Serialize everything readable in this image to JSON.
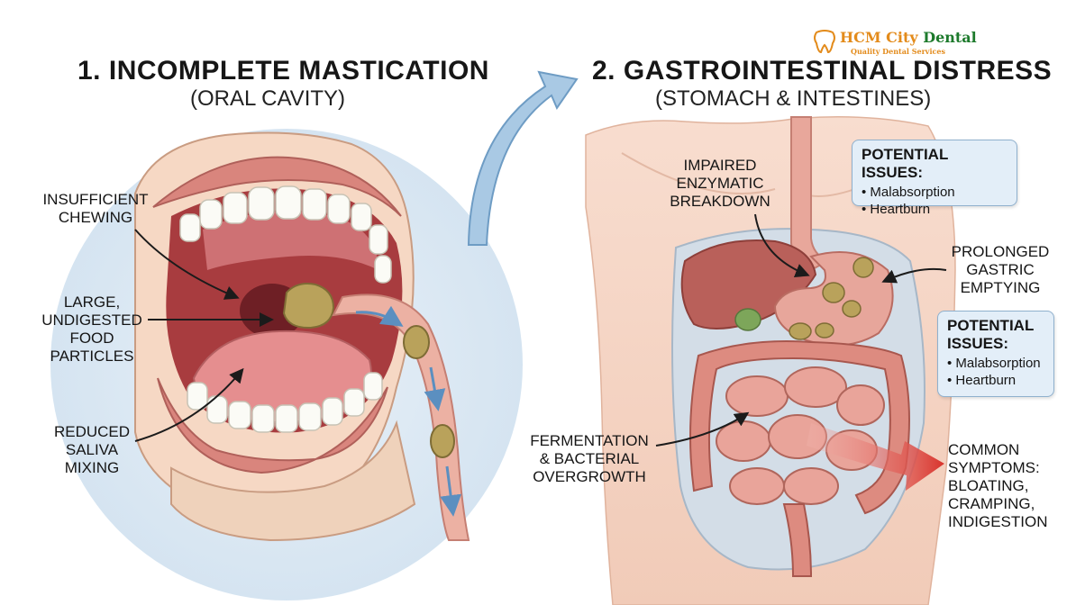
{
  "logo": {
    "name_part1": "HCM City",
    "name_part2": "Dental",
    "tagline": "Quality Dental Services",
    "icon": "tooth-logo-icon"
  },
  "left_panel": {
    "title": "1. INCOMPLETE MASTICATION",
    "subtitle": "(ORAL CAVITY)",
    "labels": {
      "chewing": [
        "INSUFFICIENT",
        "CHEWING"
      ],
      "particles": [
        "LARGE,",
        "UNDIGESTED",
        "FOOD",
        "PARTICLES"
      ],
      "saliva": [
        "REDUCED",
        "SALIVA",
        "MIXING"
      ]
    }
  },
  "right_panel": {
    "title": "2. GASTROINTESTINAL DISTRESS",
    "subtitle": "(STOMACH & INTESTINES)",
    "labels": {
      "enzymatic": [
        "IMPAIRED",
        "ENZYMATIC",
        "BREAKDOWN"
      ],
      "gastric": [
        "PROLONGED",
        "GASTRIC",
        "EMPTYING"
      ],
      "fermentation": [
        "FERMENTATION",
        "& BACTERIAL",
        "OVERGROWTH"
      ],
      "symptoms": [
        "COMMON",
        "SYMPTOMS:",
        "BLOATING,",
        "CRAMPING,",
        "INDIGESTION"
      ]
    },
    "issue_box_top": {
      "heading": "POTENTIAL ISSUES:",
      "items": [
        "Malabsorption",
        "Heartburn"
      ]
    },
    "issue_box_right": {
      "heading": [
        "POTENTIAL",
        "ISSUES:"
      ],
      "items": [
        "Malabsorption",
        "Heartburn"
      ]
    }
  },
  "colors": {
    "accent_arrow_blue": "#8db6d8",
    "symptom_arrow_red": "#d8332c",
    "box_fill": "#e3eef8",
    "box_border": "#8fb0cd",
    "logo_green": "#1d7a2c",
    "logo_orange": "#e38b1b"
  }
}
